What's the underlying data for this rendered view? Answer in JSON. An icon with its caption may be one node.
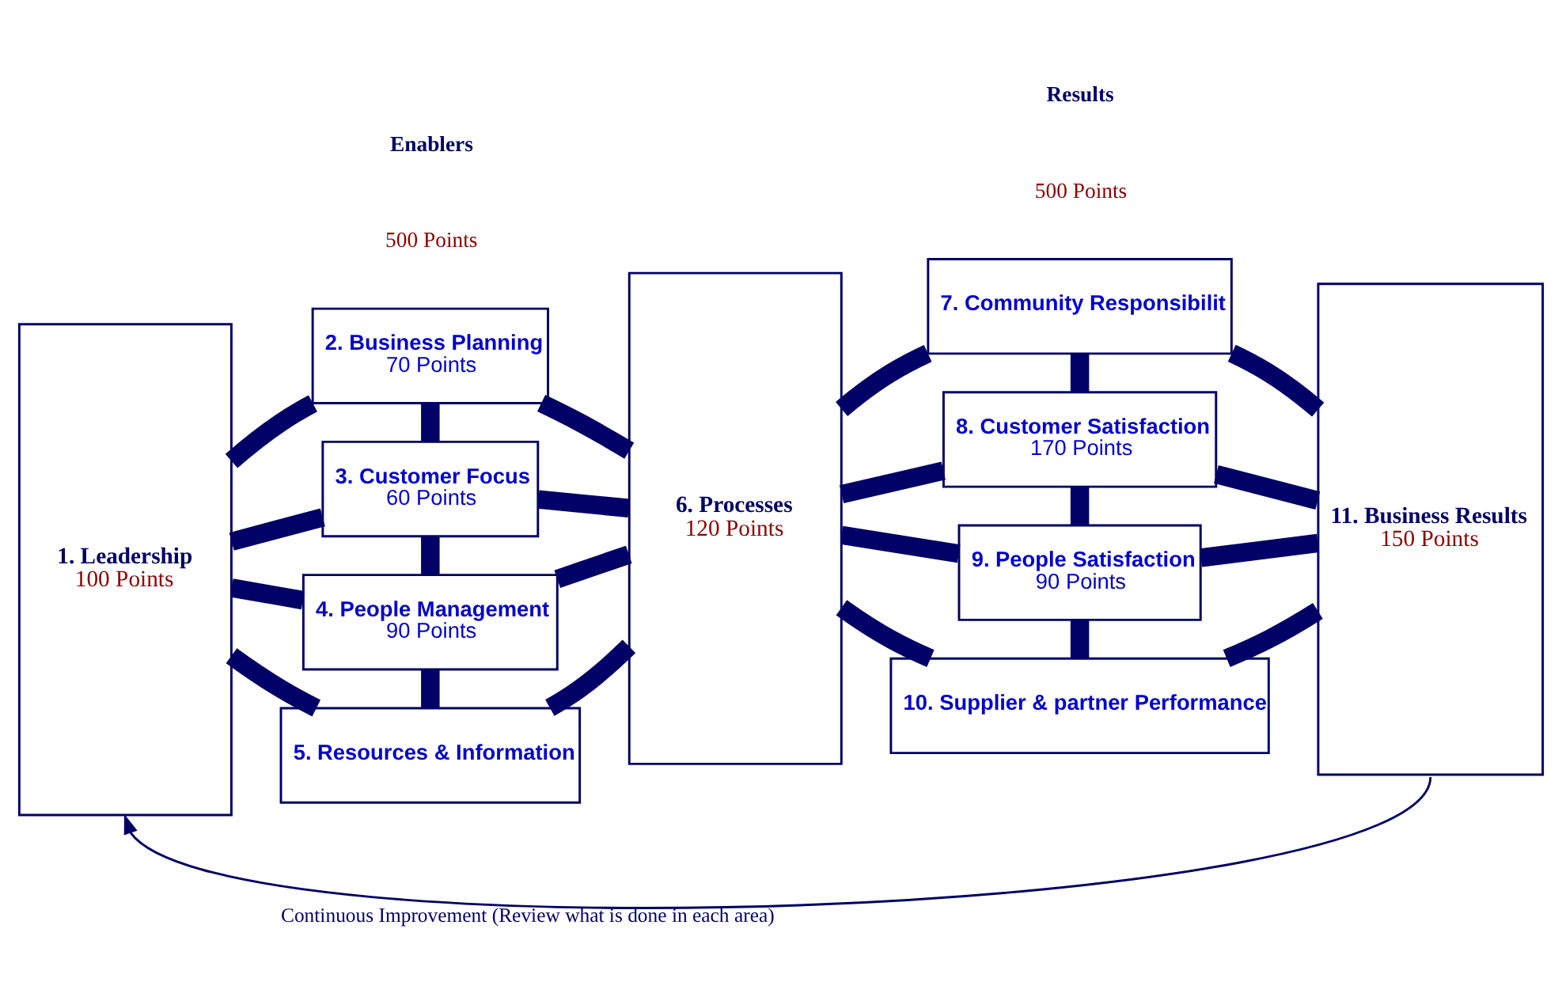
{
  "diagram": {
    "nodes": [
      {
        "text": [
          "1. Leadership",
          "100 Points"
        ]
      },
      {
        "text": [
          "2. Business Planning",
          "70 Points"
        ]
      },
      {
        "text": [
          "3. Customer Focus",
          "60 Points"
        ]
      },
      {
        "text": [
          "4. People Management",
          "90 Points"
        ]
      },
      {
        "text": [
          "5. Resources & Information"
        ]
      },
      {
        "text": [
          "6. Processes",
          "120 Points"
        ]
      },
      {
        "text": [
          "7. Community Responsibilit"
        ]
      },
      {
        "text": [
          "8. Customer Satisfaction",
          "170 Points"
        ]
      },
      {
        "text": [
          "9. People Satisfaction",
          "90 Points"
        ]
      },
      {
        "text": [
          "10. Supplier & partner Performance"
        ]
      },
      {
        "text": [
          "11. Business Results",
          "150 Points"
        ]
      }
    ],
    "edges": [
      {
        "from": 10,
        "to": 0,
        "arrow": "to",
        "label": "Continuous Improvement (Review what is done in each area)"
      },
      {
        "from": 0,
        "to": 1,
        "arrow": "none"
      },
      {
        "from": 1,
        "to": 5,
        "arrow": "none"
      },
      {
        "from": 5,
        "to": 6,
        "arrow": "none"
      },
      {
        "from": 6,
        "to": 10,
        "arrow": "none"
      },
      {
        "from": 1,
        "to": 2,
        "arrow": "none"
      },
      {
        "from": 6,
        "to": 7,
        "arrow": "none"
      },
      {
        "from": 0,
        "to": 2,
        "arrow": "none"
      },
      {
        "from": 2,
        "to": 5,
        "arrow": "none"
      },
      {
        "from": 5,
        "to": 7,
        "arrow": "none"
      },
      {
        "from": 7,
        "to": 10,
        "arrow": "none"
      },
      {
        "from": 2,
        "to": 3,
        "arrow": "none"
      },
      {
        "from": 7,
        "to": 8,
        "arrow": "none"
      },
      {
        "from": 0,
        "to": 3,
        "arrow": "none"
      },
      {
        "from": 3,
        "to": 5,
        "arrow": "none"
      },
      {
        "from": 5,
        "to": 8,
        "arrow": "none"
      },
      {
        "from": 8,
        "to": 10,
        "arrow": "none"
      },
      {
        "from": 3,
        "to": 4,
        "arrow": "none"
      },
      {
        "from": 8,
        "to": 9,
        "arrow": "none"
      },
      {
        "from": 0,
        "to": 4,
        "arrow": "none"
      },
      {
        "from": 4,
        "to": 5,
        "arrow": "none"
      },
      {
        "from": 5,
        "to": 9,
        "arrow": "none"
      },
      {
        "from": 9,
        "to": 10,
        "arrow": "none"
      }
    ],
    "labels": [
      "Enablers",
      "Results",
      "500 Points",
      "500 Points"
    ]
  }
}
